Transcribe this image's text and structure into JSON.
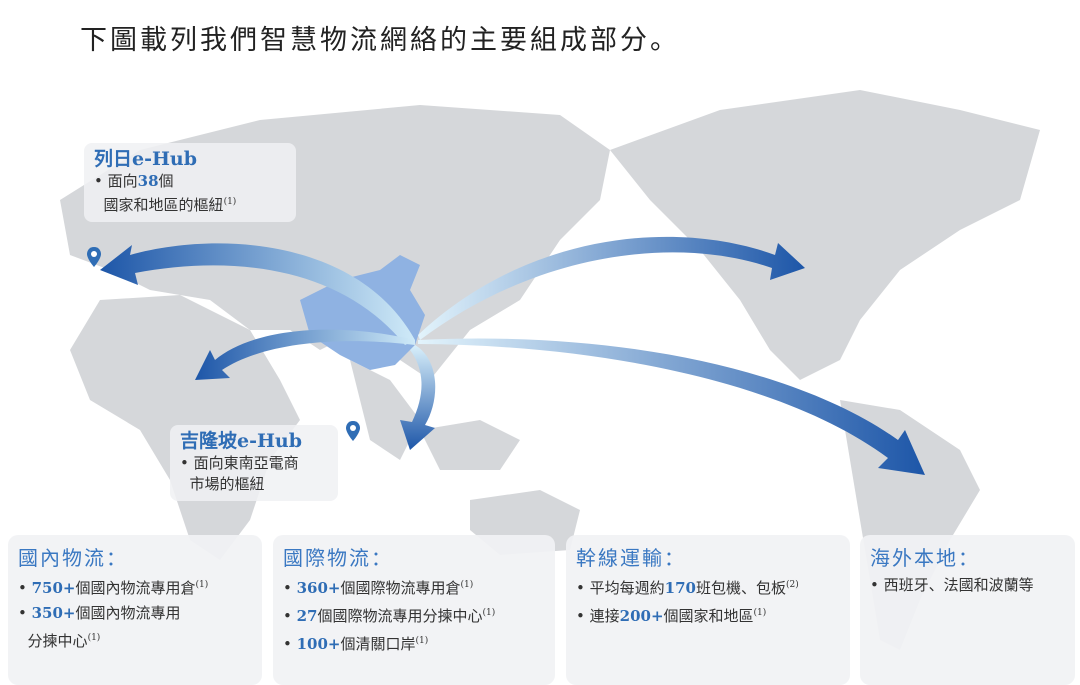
{
  "title": "下圖載列我們智慧物流網絡的主要組成部分。",
  "hubs": [
    {
      "name": "列日e-Hub",
      "lines": [
        {
          "pre": "面向",
          "num": "38",
          "post": "個"
        },
        {
          "pre": "國家和地區的樞紐",
          "num": "",
          "post": "",
          "sup": "(1)"
        }
      ]
    },
    {
      "name": "吉隆坡e-Hub",
      "lines": [
        {
          "pre": "面向東南亞電商",
          "num": "",
          "post": ""
        },
        {
          "pre": "市場的樞紐",
          "num": "",
          "post": ""
        }
      ]
    }
  ],
  "cards": [
    {
      "heading": "國內物流：",
      "items": [
        {
          "pre": "",
          "num": "750+",
          "post": "個國內物流專用倉",
          "sup": "(1)"
        },
        {
          "pre": "",
          "num": "350+",
          "post": "個國內物流專用",
          "cont": "分揀中心",
          "sup": "(1)"
        }
      ]
    },
    {
      "heading": "國際物流：",
      "items": [
        {
          "pre": "",
          "num": "360+",
          "post": "個國際物流專用倉",
          "sup": "(1)"
        },
        {
          "pre": "",
          "num": "27",
          "post": "個國際物流專用分揀中心",
          "sup": "(1)"
        },
        {
          "pre": "",
          "num": "100+",
          "post": "個清關口岸",
          "sup": "(1)"
        }
      ]
    },
    {
      "heading": "幹線運輸：",
      "items": [
        {
          "pre": "平均每週約",
          "num": "170",
          "post": "班包機、包板",
          "sup": "(2)"
        },
        {
          "pre": "連接",
          "num": "200+",
          "post": "個國家和地區",
          "sup": "(1)"
        }
      ]
    },
    {
      "heading": "海外本地：",
      "items": [
        {
          "pre": "西班牙、法國和波蘭等",
          "num": "",
          "post": ""
        }
      ]
    }
  ],
  "colors": {
    "accent": "#2f6db5",
    "map": "#d5d7da",
    "china": "#8fb2e2",
    "arrow_dark": "#1d56a8",
    "arrow_light": "#bfe6f7"
  }
}
